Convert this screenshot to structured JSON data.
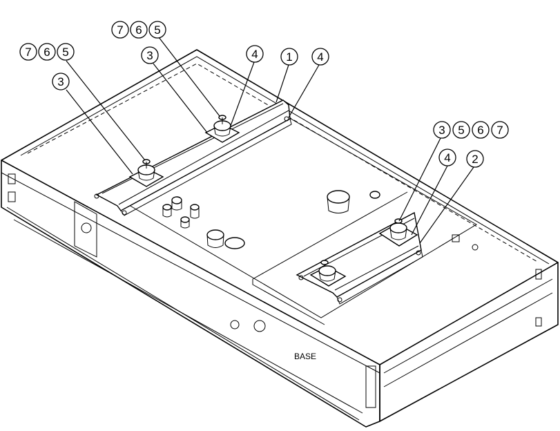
{
  "diagram": {
    "label": "BASE",
    "callouts": [
      "1",
      "2",
      "3",
      "4",
      "5",
      "6",
      "7"
    ]
  }
}
